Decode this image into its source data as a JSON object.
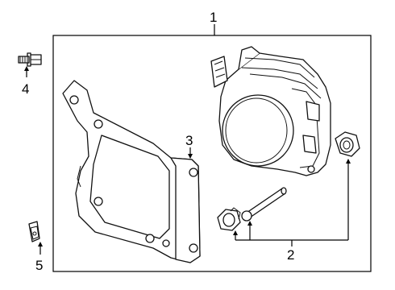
{
  "diagram": {
    "callouts": [
      {
        "id": "1",
        "label": "1"
      },
      {
        "id": "2",
        "label": "2"
      },
      {
        "id": "3",
        "label": "3"
      },
      {
        "id": "4",
        "label": "4"
      },
      {
        "id": "5",
        "label": "5"
      }
    ],
    "parts": [
      {
        "name": "radar-sensor-assembly",
        "callout": "1"
      },
      {
        "name": "mounting-hardware",
        "callout": "2"
      },
      {
        "name": "mounting-bracket",
        "callout": "3"
      },
      {
        "name": "bolt",
        "callout": "4"
      },
      {
        "name": "clip-nut",
        "callout": "5"
      }
    ]
  }
}
